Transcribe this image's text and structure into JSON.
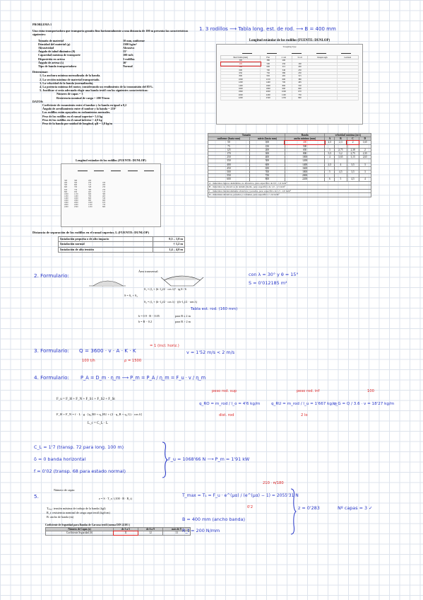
{
  "problem": {
    "title": "PROBLEMA 1",
    "intro": "Una cinta transportadora que transporta granito fino horizontalmente a una distancia de 100 m presenta las características siguientes:",
    "params": [
      {
        "k": "Tamaño de material",
        "v": "10 mm, uniforme"
      },
      {
        "k": "Densidad del material (ρ)",
        "v": "1500 kg/m³"
      },
      {
        "k": "Abrasividad",
        "v": "Abrasivo"
      },
      {
        "k": "Ángulo de talud dinámico (θ)",
        "v": "15°"
      },
      {
        "k": "Capacidad máxima de transporte",
        "v": "100 tn/h"
      },
      {
        "k": "Disposición en artesa",
        "v": "3 rodillos"
      },
      {
        "k": "Ángulo de artesa (λ)",
        "v": "30°"
      },
      {
        "k": "Tipo de banda transportadora",
        "v": "Normal"
      }
    ],
    "determine_label": "Determinar:",
    "determine": [
      "1.  La anchura mínima normalizada de la banda.",
      "2.  La sección máxima de material transportado.",
      "3.  La velocidad de la banda (normalizada).",
      "4.  La potencia mínima del motor, considerando un rendimiento de la transmisión del 85%.",
      "5.  Justificar si sería adecuado elegir una banda textil con los siguientes características:"
    ],
    "sub5": [
      "Número de capas = 3",
      "Resistencia nominal de carga = 200 N/mm"
    ],
    "datos_label": "DATOS:",
    "datos": [
      "Coeficiente de rozamiento entre el tambor y la banda en igual a 0,2",
      "Ángulo de arrollamiento entre el tambor y la banda = 210°",
      "Los rodillos están apoyados en rodamientos normales.",
      "Peso de los rodillos en el ramal superior= 5,6 kg",
      "Peso de los rodillos en el ramal inferior = 4,8 kg",
      "Peso de la banda por unidad de longitud, qB = 3,8 kg/m"
    ],
    "table1_title": "Longitud estándar de los rodillos (FUENTE: DUNLOP)"
  },
  "roller_table": {
    "title": "Longitud estándar de los rodillos (FUENTE: DUNLOP)",
    "group": "Troughing Type",
    "headers": [
      "Belt Width (mm)",
      "Flat",
      "2 roll",
      "3 roll",
      "Deeptrough",
      "Garland"
    ],
    "rows": [
      [
        "300",
        "380",
        "200",
        "",
        "",
        ""
      ],
      [
        "400",
        "500",
        "250",
        "160",
        "",
        ""
      ],
      [
        "500",
        "600",
        "315",
        "200",
        "",
        ""
      ],
      [
        "600",
        "700",
        "340",
        "250",
        "",
        ""
      ],
      [
        "650",
        "750",
        "380",
        "250",
        "",
        ""
      ],
      [
        "800",
        "950",
        "465",
        "315",
        "",
        ""
      ],
      [
        "1000",
        "1150",
        "600",
        "380",
        "",
        ""
      ],
      [
        "1200",
        "1400",
        "700",
        "465",
        "",
        ""
      ],
      [
        "1400",
        "1600",
        "800",
        "530",
        "",
        ""
      ],
      [
        "1600",
        "1800",
        "900",
        "600",
        "",
        ""
      ],
      [
        "1800",
        "2000",
        "1000",
        "670",
        "",
        ""
      ],
      [
        "2000",
        "2200",
        "1100",
        "750",
        "",
        ""
      ],
      [
        "2200",
        "2500",
        "1250",
        "800",
        "",
        ""
      ]
    ]
  },
  "spacing_table": {
    "title": "Distancia de separación de los rodillos en el ramal superior, L (FUENTE: DUNLOP)",
    "rows": [
      {
        "k": "Instalación pequeña o de alto impacto",
        "v": "0,5 – 1,0 m"
      },
      {
        "k": "Instalación normal",
        "v": "≈ 1,2 m"
      },
      {
        "k": "Instalación de alta tensión",
        "v": "1,4 – 4,0 m"
      }
    ]
  },
  "width_table": {
    "h1": "Tamaño",
    "h2": "Banda",
    "sub": [
      "uniforme (hasta mm)",
      "mixto (hasta mm)",
      "ancho mínimo (mm)"
    ],
    "vel_label": "velocidad máxima (m/s)",
    "cols": [
      "A",
      "B",
      "C",
      "D"
    ],
    "rows": [
      [
        "50",
        "100",
        "400",
        "2,5",
        "2,3",
        "2",
        "1,65"
      ],
      [
        "75",
        "150",
        "500",
        "",
        "",
        "",
        ""
      ],
      [
        "125",
        "200",
        "650",
        "3",
        "2,75",
        "2,38",
        "2"
      ],
      [
        "170",
        "300",
        "800",
        "3,5",
        "3,2",
        "2,75",
        "2,35"
      ],
      [
        "250",
        "400",
        "1000",
        "4",
        "3,65",
        "3,15",
        "2,65"
      ],
      [
        "350",
        "500",
        "1200",
        "",
        "",
        "",
        ""
      ],
      [
        "400",
        "600",
        "1400",
        "4,5",
        "4",
        "3,5",
        "3"
      ],
      [
        "450",
        "650",
        "1600",
        "",
        "",
        "",
        ""
      ],
      [
        "500",
        "700",
        "1800",
        "5",
        "4,5",
        "3,5",
        "3"
      ],
      [
        "550",
        "750",
        "2000",
        "",
        "",
        "",
        ""
      ],
      [
        "600",
        "800",
        "2200",
        "6",
        "5",
        "4,5",
        "4"
      ]
    ],
    "notes": [
      "A - materiales ligeros deslizables, no abrasivos, peso específico de 0,5 - 1,0 tn/m³",
      "B - materiales no abrasivos de tamaño medio, peso específico de 1,0 - 1,5 tn/m³",
      "C - materiales moderadamente abrasivos y pesados, peso específico de 1,5 - 2,0 tn/m³",
      "D - materiales abrasivos, pesados y cortantes, peso específico > 2,0 tn/m³"
    ]
  },
  "notes": {
    "n1": "1. 3 rodillos ⟶ Tabla long. est. de rod. ⟶ B = 400 mm",
    "n2_label": "2. Formulario:",
    "area_label": "Área transversal:",
    "n2_right_1": "con λ = 30° y θ = 15°",
    "n2_right_2": "S = 0'012185 m²",
    "n2_table": "Tabla est. rod. (160 mm)",
    "n2_formulas": [
      "S = S₁ + S₂",
      "S₁ = (l₁ + (b−l₁)/2 · cos λ)² · tg θ / 6",
      "S₂ = (l₁ + (b−l₁)/2 · cos λ) · ((b−l₁)/2 · sen λ)",
      "b = 0.9 · B − 0.05",
      "b = B − 0.2",
      "para B ≤ 2 m",
      "para B > 2 m"
    ],
    "n3_label": "3. Formulario:",
    "n3_formula": "Q = 3600 · v · A · K · K",
    "n3_red": "= 1 (incl. horiz.)",
    "n3_result": "v = 1'52 m/s < 2 m/s",
    "n3_sub1": "100 t/h",
    "n3_sub2": "ρ = 1500",
    "n4_label": "4. Formulario:",
    "n4_formula": "P_A = D_m · η_m ⟶ P_m = P_A / η_m = F_u · v / η_m",
    "n4_fu": "F_u = F_H + F_N + F_S1 + F_S2 + F_St",
    "n4_fh": "F_H + F_N = f · L · g · [q_R0 + q_RU + (2 · q_B + q_G) · cos δ]",
    "n4_lc": "L_c = C_L · L",
    "n4_qro": "q_RO = m_rod / l_o = 4'6 kg/m",
    "n4_qru": "q_RU = m_rod / l_u = 1'667 kg/m",
    "n4_qg": "q_G = Q / 3.6 · v = 18'27 kg/m",
    "n4_red": [
      "peso rod. sup",
      "dist. rod",
      "peso rod. inf",
      "2 lo",
      "100"
    ],
    "n4_c1": "C_L = 1'7 (transp. 72 para long. 100 m)",
    "n4_c2": "δ = 0 banda horizontal",
    "n4_c3": "f = 0'02 (transp. 68 para estado normal)",
    "n4_result": "F_u = 1068'66 N ⟶ P_m = 1'91 kW",
    "n5_label": "5.",
    "n5_caps": "Número de capas:",
    "n5_formula": "z = S · T_x / (100 · B · R_t)",
    "n5_legend": [
      "Tₘₐₓ: tensión máxima de trabajo de la banda (kgf)",
      "R_t: resistencia nominal de carga capa textil (kgf/cm)",
      "B: ancho de banda (m)"
    ],
    "n5_tmax": "T_max = T₁ = F_u · e^(μα) / (e^(μα) − 1) = 2055'31 N",
    "n5_red": [
      "210 · π/180",
      "0'2"
    ],
    "n5_b": "B = 400 mm (ancho banda)",
    "n5_rt": "R_t = 200 N/mm",
    "n5_z": "z = 0'283",
    "n5_ncapas": "Nº capas = 3 ✓",
    "safety_title": "Coeficiente de Seguridad para Bandas de Carcasa textil (norma DIN 22101 )",
    "safety_headers": [
      "Número de Capas (z)",
      "de 3 a 5",
      "de 6 a 9",
      "más de 9"
    ],
    "safety_values": [
      "Coeficiente Seguridad (S)",
      "11",
      "12",
      "13"
    ]
  }
}
